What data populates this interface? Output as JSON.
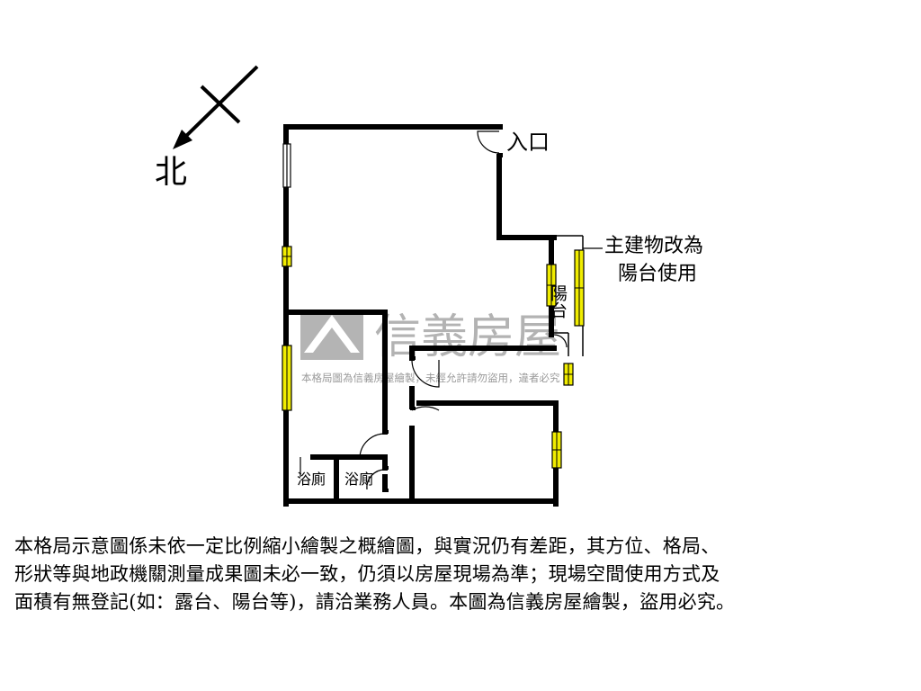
{
  "compass": {
    "north_label": "北"
  },
  "labels": {
    "entrance": "入口",
    "balcony": "陽台",
    "converted_note_line1": "主建物改為",
    "converted_note_line2": "陽台使用",
    "bathroom_left": "浴廁",
    "bathroom_right": "浴廁"
  },
  "watermark": {
    "brand": "信義房屋",
    "notice": "本格局圖為信義房屋繪製，未經允許請勿盜用，違者必究"
  },
  "disclaimer": {
    "line1": "本格局示意圖係未依一定比例縮小繪製之概繪圖，與實況仍有差距，其方位、格局、",
    "line2": "形狀等與地政機關測量成果圖未必一致，仍須以房屋現場為準；現場空間使用方式及",
    "line3": "面積有無登記(如：露台、陽台等)，請洽業務人員。本圖為信義房屋繪製，盜用必究。"
  },
  "colors": {
    "wall": "#000000",
    "window": "#f0ec00",
    "watermark": "#9a9a9a"
  }
}
